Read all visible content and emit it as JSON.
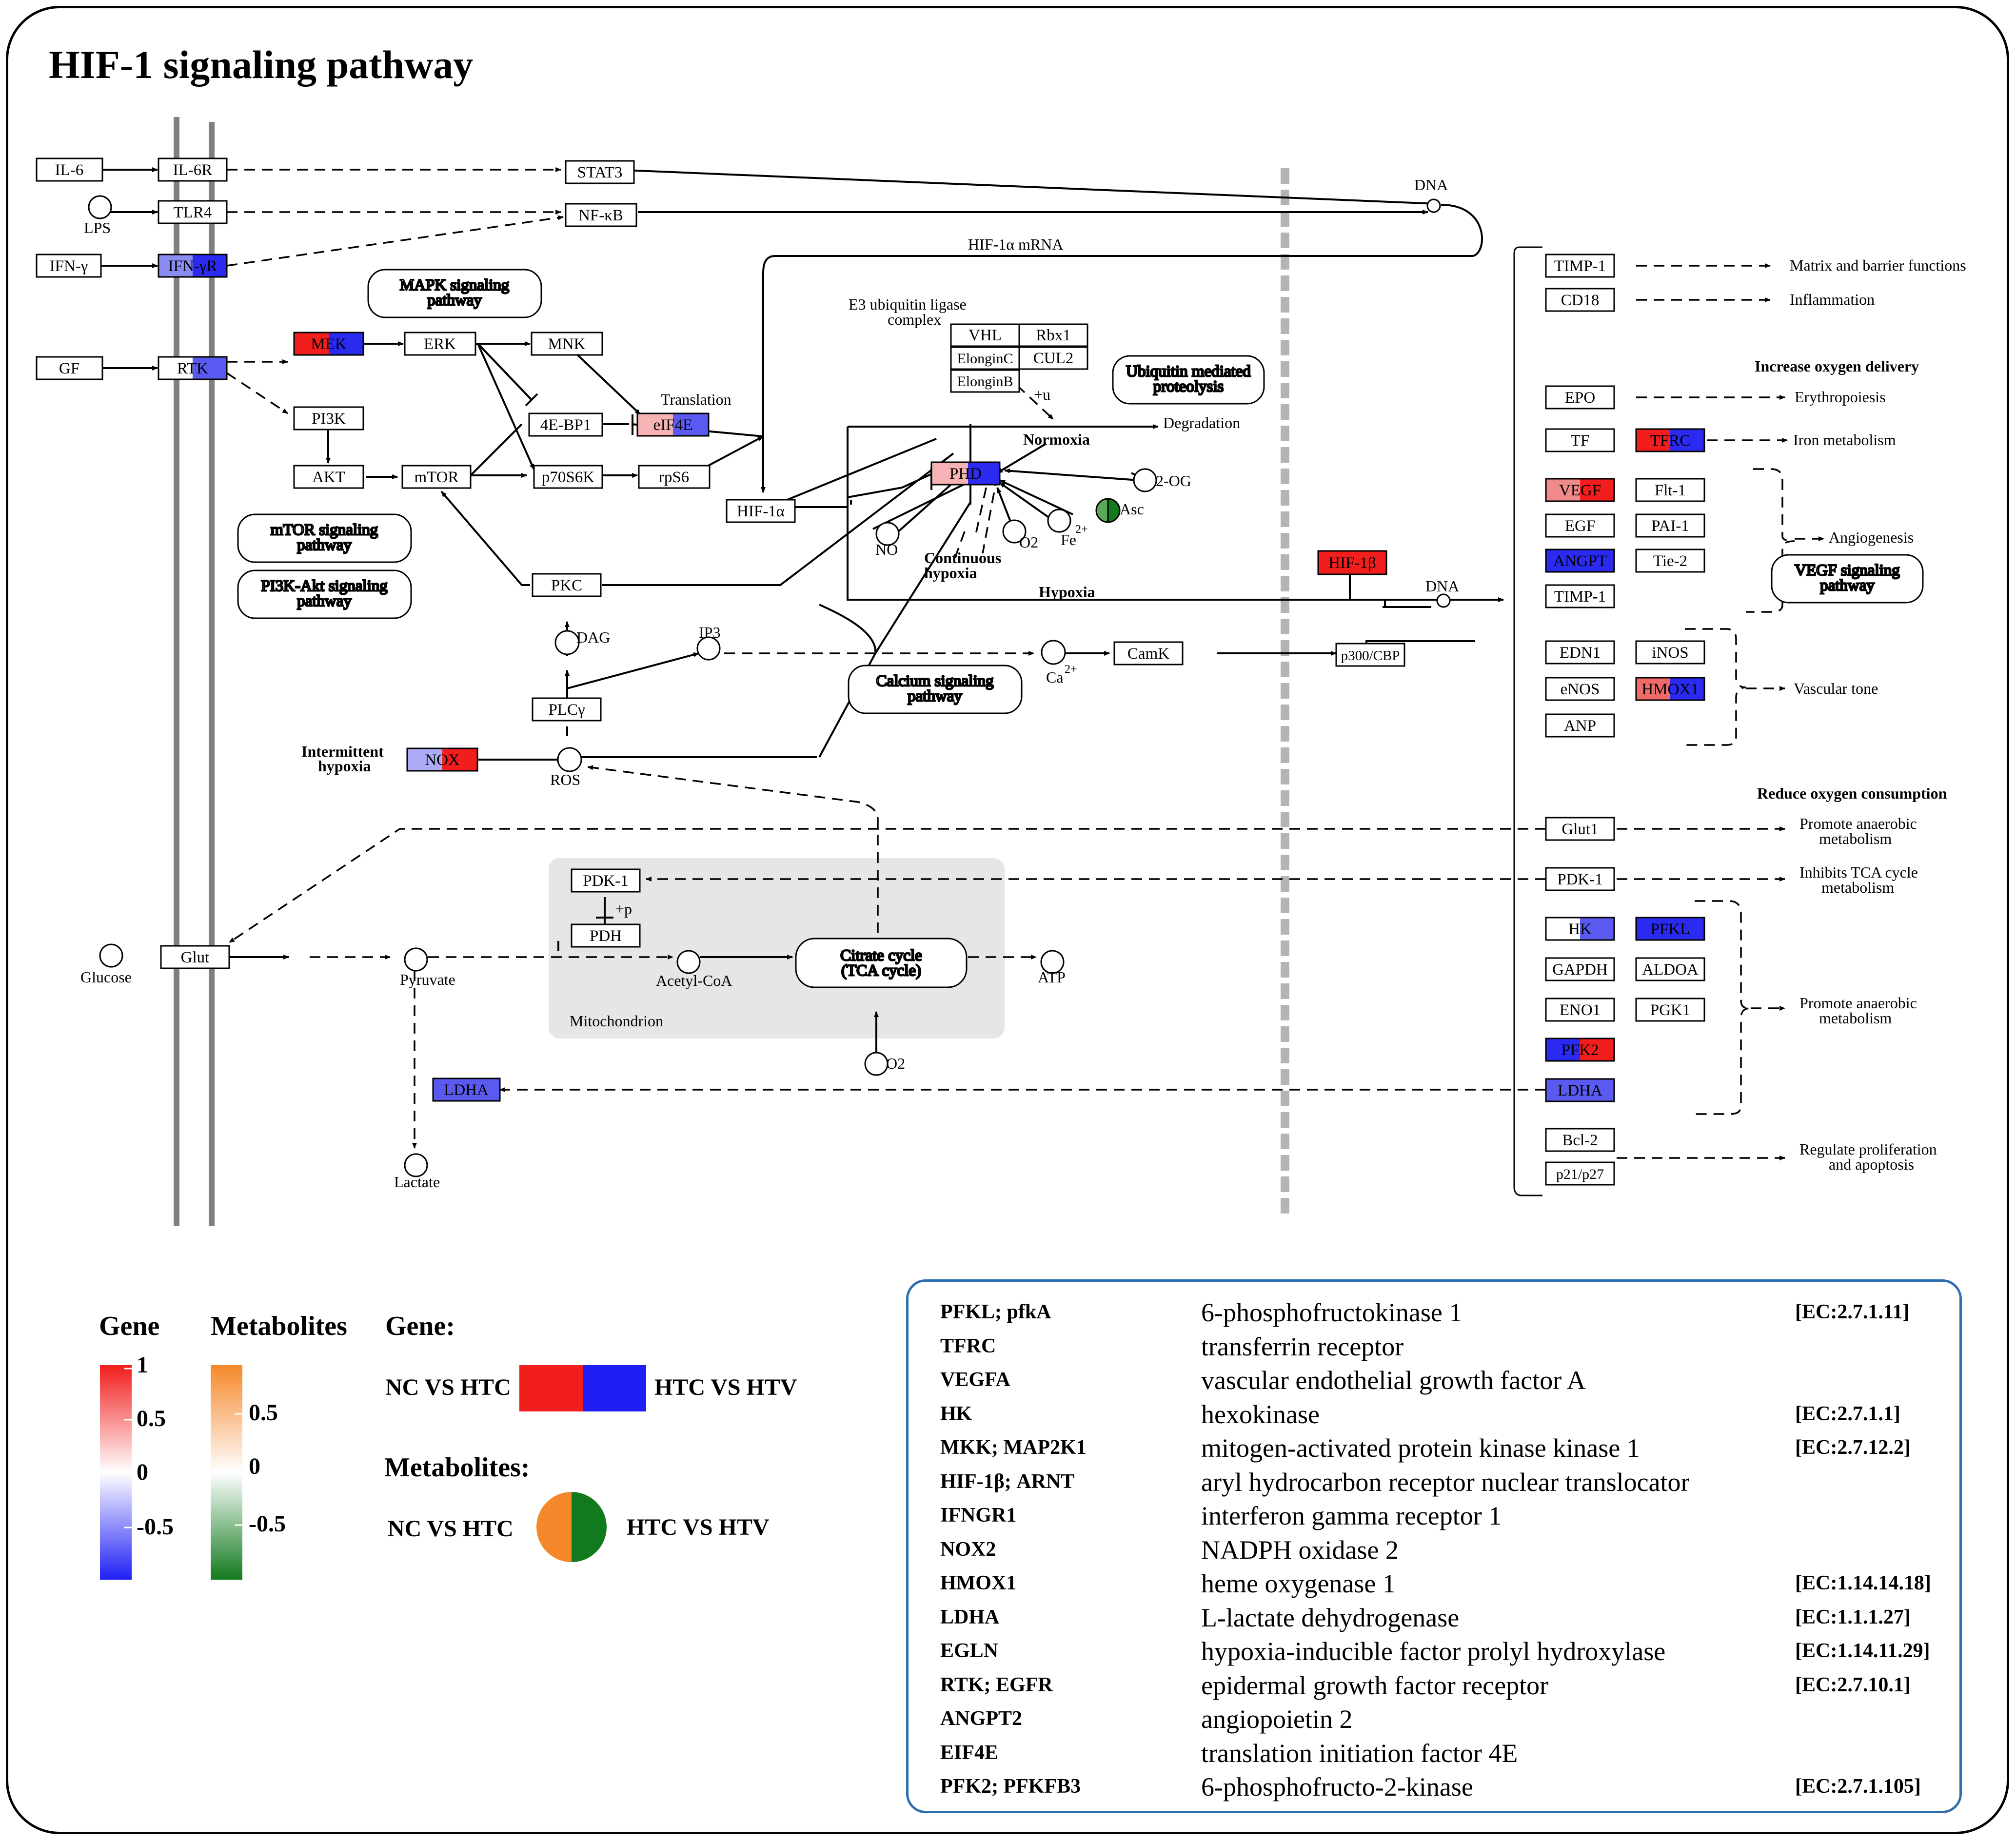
{
  "title": "HIF-1 signaling pathway",
  "nodes": {
    "il6": "IL-6",
    "il6r": "IL-6R",
    "stat3": "STAT3",
    "lps": "LPS",
    "tlr4": "TLR4",
    "nfkb": "NF-κB",
    "ifng": "IFN-γ",
    "ifngr": "IFN-γR",
    "gf": "GF",
    "rtk": "RTK",
    "mek": "MEK",
    "erk": "ERK",
    "mnk": "MNK",
    "pi3k": "PI3K",
    "akt": "AKT",
    "mtor": "mTOR",
    "ebp1": "4E-BP1",
    "eif4e": "eIF4E",
    "p70s6k": "p70S6K",
    "rps6": "rpS6",
    "hif1a": "HIF-1α",
    "phd": "PHD",
    "pkc": "PKC",
    "dag": "DAG",
    "ip3": "IP3",
    "plcg": "PLCγ",
    "nox": "NOX",
    "ros": "ROS",
    "ca": "Ca",
    "ca_sup": "2+",
    "camk": "CamK",
    "p300": "p300/CBP",
    "hif1b": "HIF-1β",
    "no": "NO",
    "o2": "O2",
    "fe": "Fe",
    "fe_sup": "2+",
    "og": "2-OG",
    "asc": "Asc",
    "vhl": "VHL",
    "rbx1": "Rbx1",
    "elonginc": "ElonginC",
    "cul2": "CUL2",
    "elonginb": "ElonginB",
    "glucose": "Glucose",
    "glut": "Glut",
    "pyruvate": "Pyruvate",
    "acetylcoa": "Acetyl-CoA",
    "citrate": "Citrate cycle",
    "tca": "(TCA cycle)",
    "atp": "ATP",
    "pdk1": "PDK-1",
    "pdh": "PDH",
    "ldha": "LDHA",
    "lactate": "Lactate",
    "o2b": "O2",
    "dna1": "DNA",
    "dna2": "DNA",
    "timp1": "TIMP-1",
    "cd18": "CD18",
    "epo": "EPO",
    "tf": "TF",
    "tfrc": "TFRC",
    "vegf": "VEGF",
    "flt1": "Flt-1",
    "egf": "EGF",
    "pai1": "PAI-1",
    "angpt": "ANGPT",
    "tie2": "Tie-2",
    "timp1b": "TIMP-1",
    "edn1": "EDN1",
    "inos": "iNOS",
    "enos": "eNOS",
    "hmox1": "HMOX1",
    "anp": "ANP",
    "glut1": "Glut1",
    "pdk1b": "PDK-1",
    "hk": "HK",
    "pfkl": "PFKL",
    "gapdh": "GAPDH",
    "aldoa": "ALDOA",
    "eno1": "ENO1",
    "pgk1": "PGK1",
    "pfk2": "PFK2",
    "ldhab": "LDHA",
    "bcl2": "Bcl-2",
    "p21": "p21/p27"
  },
  "labels": {
    "hif1a_mrna": "HIF-1α mRNA",
    "mapk": [
      "MAPK signaling",
      "pathway"
    ],
    "mtor_path": [
      "mTOR signaling",
      "pathway"
    ],
    "pi3k_path": [
      "PI3K-Akt signaling",
      "pathway"
    ],
    "e3": [
      "E3 ubiquitin ligase",
      "complex"
    ],
    "ubiq": [
      "Ubiquitin mediated",
      "proteolysis"
    ],
    "translation": "Translation",
    "degradation": "Degradation",
    "normoxia": "Normoxia",
    "hypoxia": "Hypoxia",
    "continuous": [
      "Continuous",
      "hypoxia"
    ],
    "intermittent": [
      "Intermittent",
      "hypoxia"
    ],
    "calcium": [
      "Calcium signaling",
      "pathway"
    ],
    "vegf_path": [
      "VEGF signaling",
      "pathway"
    ],
    "mito": "Mitochondrion",
    "plus_u": "+u",
    "plus_p": "+p",
    "matrix": "Matrix and barrier functions",
    "inflammation": "Inflammation",
    "inc_o2": "Increase oxygen delivery",
    "erythro": "Erythropoiesis",
    "iron": "Iron metabolism",
    "angio": "Angiogenesis",
    "vascular": "Vascular tone",
    "reduce_o2": "Reduce oxygen consumption",
    "anaerobic1": [
      "Promote anaerobic",
      "metabolism"
    ],
    "tca_inhibit": [
      "Inhibits TCA cycle",
      "metabolism"
    ],
    "anaerobic2": [
      "Promote anaerobic",
      "metabolism"
    ],
    "prolif": [
      "Regulate proliferation",
      "and apoptosis"
    ]
  },
  "colors": {
    "red": "#f21d1d",
    "blue": "#2a2af0",
    "lightblue": "#a8aaf5",
    "pink": "#f7b3b3",
    "mid_red": "#f06a6a",
    "mid_blue": "#5555f0",
    "green": "#127a1e",
    "orange": "#f5882b"
  },
  "legend": {
    "gene_title": "Gene",
    "metab_title": "Metabolites",
    "gene_ticks": [
      "1",
      "0.5",
      "0",
      "-0.5"
    ],
    "metab_ticks": [
      "0.5",
      "0",
      "-0.5"
    ],
    "gene_key_title": "Gene:",
    "metab_key_title": "Metabolites:",
    "nc_htc": "NC VS HTC",
    "htc_htv": "HTC VS HTV"
  },
  "table": [
    {
      "sym": "PFKL; pfkA",
      "desc": "6-phosphofructokinase 1",
      "ec": "[EC:2.7.1.11]"
    },
    {
      "sym": "TFRC",
      "desc": "transferrin receptor",
      "ec": ""
    },
    {
      "sym": "VEGFA",
      "desc": "vascular endothelial growth factor A",
      "ec": ""
    },
    {
      "sym": "HK",
      "desc": "hexokinase",
      "ec": "[EC:2.7.1.1]"
    },
    {
      "sym": "MKK; MAP2K1",
      "desc": "mitogen-activated protein kinase  kinase 1",
      "ec": "[EC:2.7.12.2]"
    },
    {
      "sym": "HIF-1β; ARNT",
      "desc": "aryl hydrocarbon receptor nuclear translocator",
      "ec": ""
    },
    {
      "sym": "IFNGR1",
      "desc": "interferon gamma receptor 1",
      "ec": ""
    },
    {
      "sym": "NOX2",
      "desc": "NADPH oxidase 2",
      "ec": ""
    },
    {
      "sym": "HMOX1",
      "desc": "heme oxygenase 1",
      "ec": "[EC:1.14.14.18]"
    },
    {
      "sym": "LDHA",
      "desc": "L-lactate dehydrogenase",
      "ec": "[EC:1.1.1.27]"
    },
    {
      "sym": "EGLN",
      "desc": "hypoxia-inducible factor prolyl hydroxylase",
      "ec": "[EC:1.14.11.29]"
    },
    {
      "sym": "RTK; EGFR",
      "desc": "epidermal growth factor receptor",
      "ec": "[EC:2.7.10.1]"
    },
    {
      "sym": "ANGPT2",
      "desc": "angiopoietin 2",
      "ec": ""
    },
    {
      "sym": "EIF4E",
      "desc": "translation initiation factor 4E",
      "ec": ""
    },
    {
      "sym": "PFK2; PFKFB3",
      "desc": "6-phosphofructo-2-kinase",
      "ec": "[EC:2.7.1.105]"
    }
  ]
}
